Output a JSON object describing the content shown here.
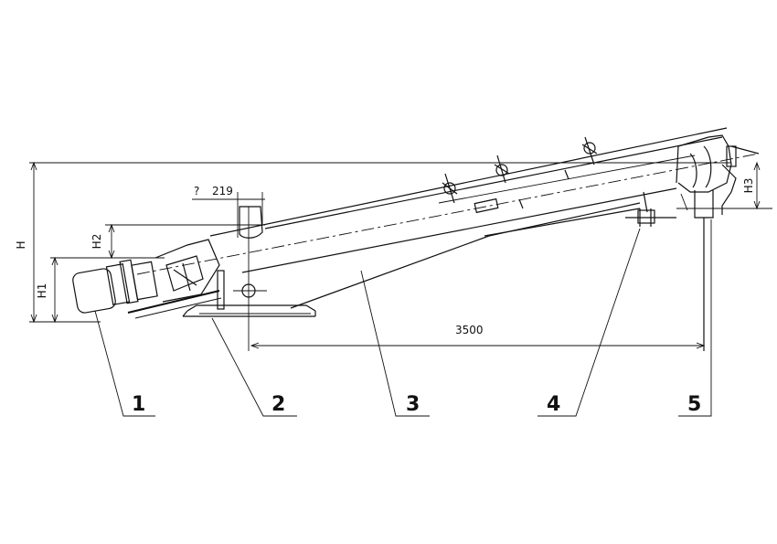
{
  "dimensions": {
    "overall_height": "H",
    "h1": "H1",
    "h2": "H2",
    "h3": "H3",
    "offset_unknown": "?",
    "offset_219": "219",
    "length_3500": "3500"
  },
  "callouts": [
    "1",
    "2",
    "3",
    "4",
    "5"
  ]
}
